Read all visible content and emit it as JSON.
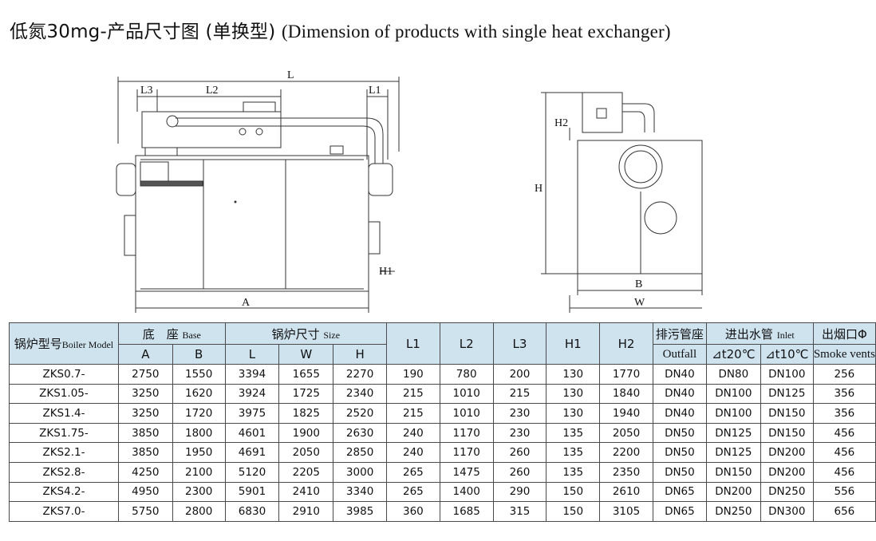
{
  "title": {
    "cn": "低氮30mg-产品尺寸图 (单换型)",
    "en": "(Dimension of products with single heat exchanger)"
  },
  "drawing_labels": {
    "L": "L",
    "L1": "L1",
    "L2": "L2",
    "L3": "L3",
    "A": "A",
    "B": "B",
    "W": "W",
    "H": "H",
    "H1": "H1",
    "H2": "H2"
  },
  "table": {
    "header": {
      "model_cn": "锅炉型号",
      "model_en": "Boiler Model",
      "base_cn": "底　座",
      "base_en": "Base",
      "size_cn": "锅炉尺寸",
      "size_en": "Size",
      "A": "A",
      "B": "B",
      "L": "L",
      "W": "W",
      "H": "H",
      "L1": "L1",
      "L2": "L2",
      "L3": "L3",
      "H1": "H1",
      "H2": "H2",
      "outfall_cn": "排污管座",
      "outfall_en": "Outfall",
      "inlet_cn": "进出水管",
      "inlet_en": "Inlet",
      "dt20": "⊿t20℃",
      "dt10": "⊿t10℃",
      "smoke_cn": "出烟口Φ",
      "smoke_en": "Smoke vents"
    },
    "rows": [
      {
        "model": "ZKS0.7-",
        "A": "2750",
        "B": "1550",
        "L": "3394",
        "W": "1655",
        "H": "2270",
        "L1": "190",
        "L2": "780",
        "L3": "200",
        "H1": "130",
        "H2": "1770",
        "outfall": "DN40",
        "dt20": "DN80",
        "dt10": "DN100",
        "smoke": "256"
      },
      {
        "model": "ZKS1.05-",
        "A": "3250",
        "B": "1620",
        "L": "3924",
        "W": "1725",
        "H": "2340",
        "L1": "215",
        "L2": "1010",
        "L3": "215",
        "H1": "130",
        "H2": "1840",
        "outfall": "DN40",
        "dt20": "DN100",
        "dt10": "DN125",
        "smoke": "356"
      },
      {
        "model": "ZKS1.4-",
        "A": "3250",
        "B": "1720",
        "L": "3975",
        "W": "1825",
        "H": "2520",
        "L1": "215",
        "L2": "1010",
        "L3": "230",
        "H1": "130",
        "H2": "1940",
        "outfall": "DN40",
        "dt20": "DN100",
        "dt10": "DN150",
        "smoke": "356"
      },
      {
        "model": "ZKS1.75-",
        "A": "3850",
        "B": "1800",
        "L": "4601",
        "W": "1900",
        "H": "2630",
        "L1": "240",
        "L2": "1170",
        "L3": "230",
        "H1": "135",
        "H2": "2050",
        "outfall": "DN50",
        "dt20": "DN125",
        "dt10": "DN150",
        "smoke": "456"
      },
      {
        "model": "ZKS2.1-",
        "A": "3850",
        "B": "1950",
        "L": "4691",
        "W": "2050",
        "H": "2850",
        "L1": "240",
        "L2": "1170",
        "L3": "260",
        "H1": "135",
        "H2": "2200",
        "outfall": "DN50",
        "dt20": "DN125",
        "dt10": "DN200",
        "smoke": "456"
      },
      {
        "model": "ZKS2.8-",
        "A": "4250",
        "B": "2100",
        "L": "5120",
        "W": "2205",
        "H": "3000",
        "L1": "265",
        "L2": "1475",
        "L3": "260",
        "H1": "135",
        "H2": "2350",
        "outfall": "DN50",
        "dt20": "DN150",
        "dt10": "DN200",
        "smoke": "456"
      },
      {
        "model": "ZKS4.2-",
        "A": "4950",
        "B": "2300",
        "L": "5901",
        "W": "2410",
        "H": "3340",
        "L1": "265",
        "L2": "1400",
        "L3": "290",
        "H1": "150",
        "H2": "2610",
        "outfall": "DN65",
        "dt20": "DN200",
        "dt10": "DN250",
        "smoke": "556"
      },
      {
        "model": "ZKS7.0-",
        "A": "5750",
        "B": "2800",
        "L": "6830",
        "W": "2910",
        "H": "3985",
        "L1": "360",
        "L2": "1685",
        "L3": "315",
        "H1": "150",
        "H2": "3105",
        "outfall": "DN65",
        "dt20": "DN250",
        "dt10": "DN300",
        "smoke": "656"
      }
    ]
  }
}
